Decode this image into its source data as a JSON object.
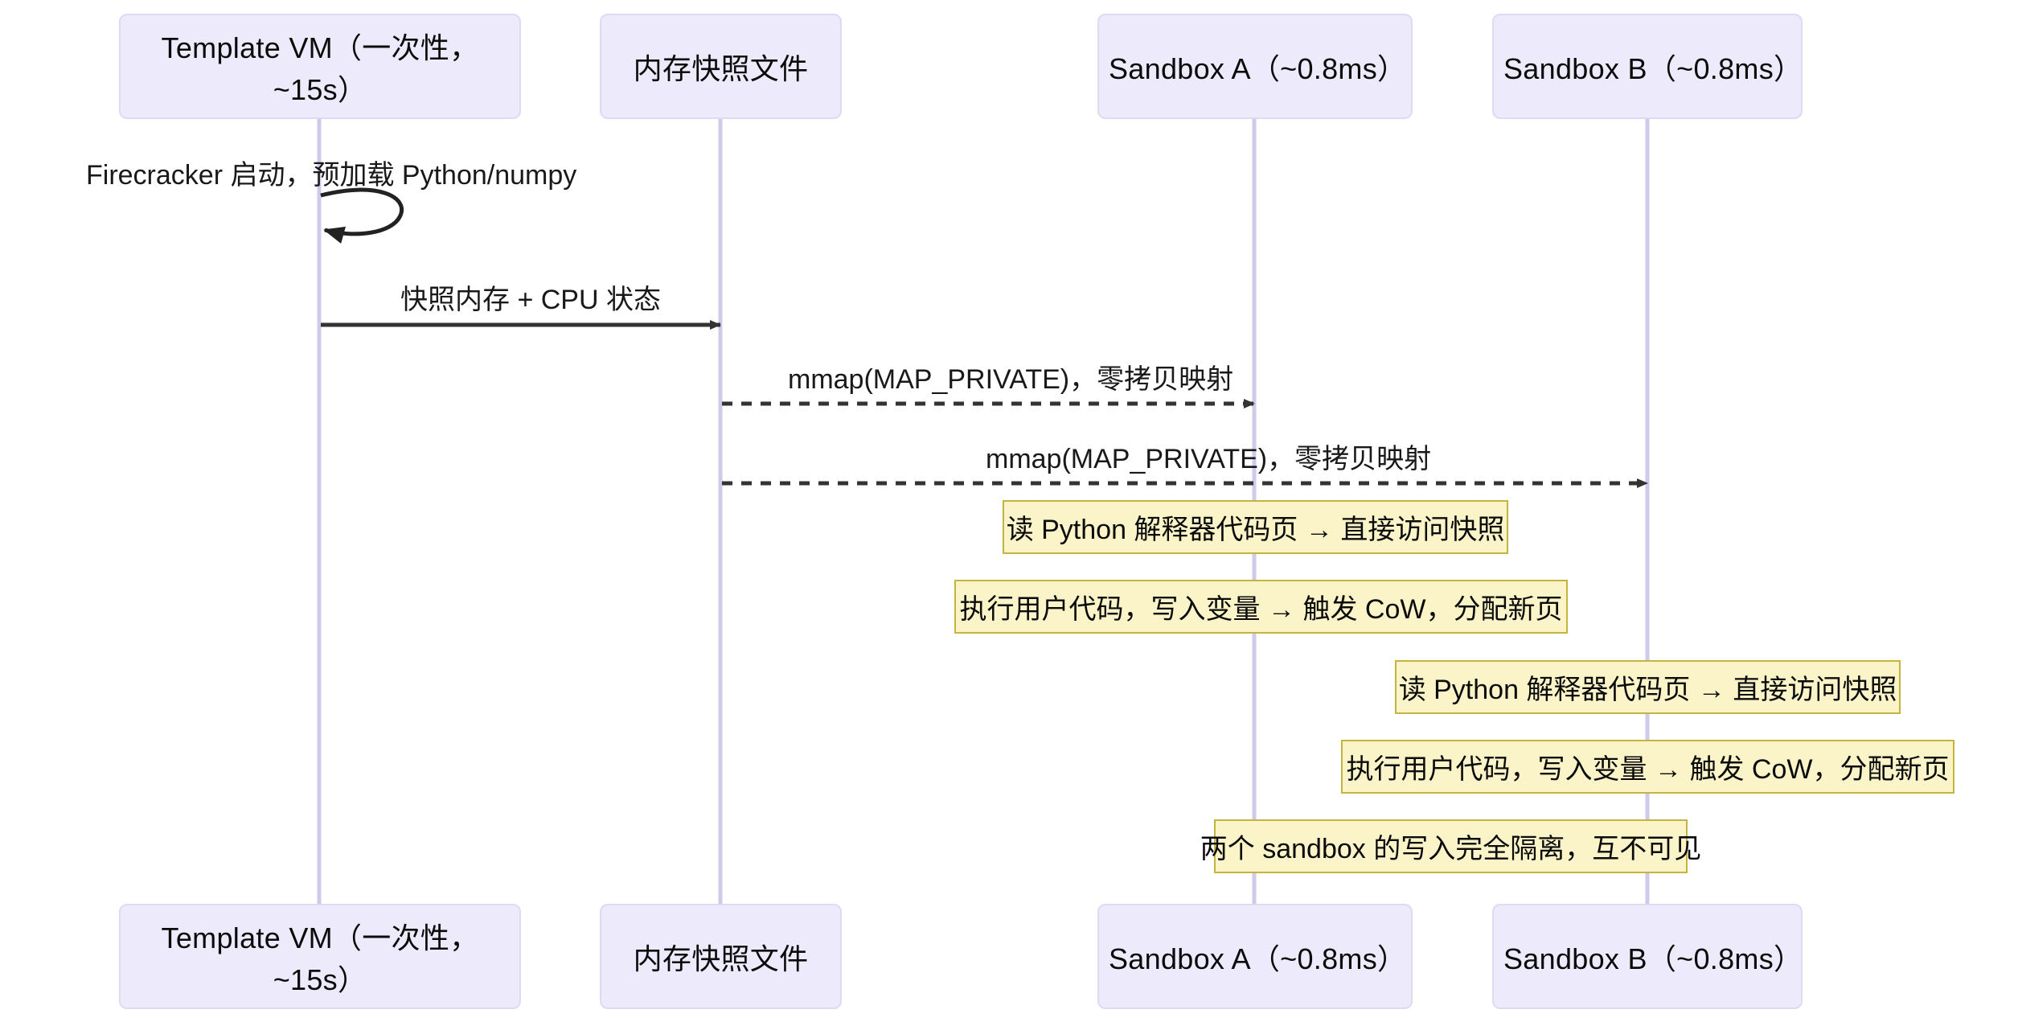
{
  "diagram": {
    "type": "sequence-diagram",
    "background_color": "#ffffff",
    "actor_fill": "#ECEAFB",
    "actor_stroke": "#DEDAF4",
    "note_fill": "#FAF4C8",
    "note_stroke": "#C3B53F",
    "line_color": "#333333",
    "lifeline_color": "#CFCAEA"
  },
  "participants": [
    {
      "id": "template_vm",
      "label": "Template VM（一次性，~15s）"
    },
    {
      "id": "snapshot_file",
      "label": "内存快照文件"
    },
    {
      "id": "sandbox_a",
      "label": "Sandbox A（~0.8ms）"
    },
    {
      "id": "sandbox_b",
      "label": "Sandbox B（~0.8ms）"
    }
  ],
  "messages": [
    {
      "id": "msg-firecracker-boot",
      "from": "template_vm",
      "to": "template_vm",
      "kind": "self-loop",
      "line": "solid",
      "label": "Firecracker 启动，预加载 Python/numpy"
    },
    {
      "id": "msg-snapshot-state",
      "from": "template_vm",
      "to": "snapshot_file",
      "kind": "arrow",
      "line": "solid",
      "label": "快照内存 + CPU 状态"
    },
    {
      "id": "msg-mmap-a",
      "from": "snapshot_file",
      "to": "sandbox_a",
      "kind": "arrow",
      "line": "dashed",
      "label": "mmap(MAP_PRIVATE)，零拷贝映射"
    },
    {
      "id": "msg-mmap-b",
      "from": "snapshot_file",
      "to": "sandbox_b",
      "kind": "arrow",
      "line": "dashed",
      "label": "mmap(MAP_PRIVATE)，零拷贝映射"
    }
  ],
  "notes": [
    {
      "id": "note-a-read",
      "over": "sandbox_a",
      "text": "读 Python 解释器代码页 → 直接访问快照"
    },
    {
      "id": "note-a-write",
      "over": "sandbox_a",
      "text": "执行用户代码，写入变量 → 触发 CoW，分配新页"
    },
    {
      "id": "note-b-read",
      "over": "sandbox_b",
      "text": "读 Python 解释器代码页 → 直接访问快照"
    },
    {
      "id": "note-b-write",
      "over": "sandbox_b",
      "text": "执行用户代码，写入变量 → 触发 CoW，分配新页"
    },
    {
      "id": "note-isolation",
      "over": "sandbox_a,sandbox_b",
      "text": "两个 sandbox 的写入完全隔离，互不可见"
    }
  ]
}
